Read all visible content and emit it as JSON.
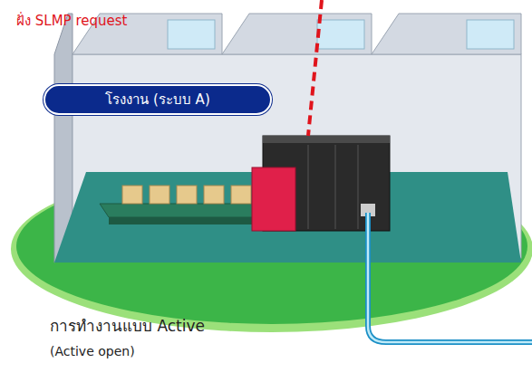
{
  "diagram": {
    "nodes": [
      {
        "text": [
          "โรงงาน (ระบบ A)"
        ]
      }
    ],
    "labels": [
      "ฝั่ง SLMP request",
      "การทำงานแบบ Active",
      "(Active open)"
    ]
  }
}
